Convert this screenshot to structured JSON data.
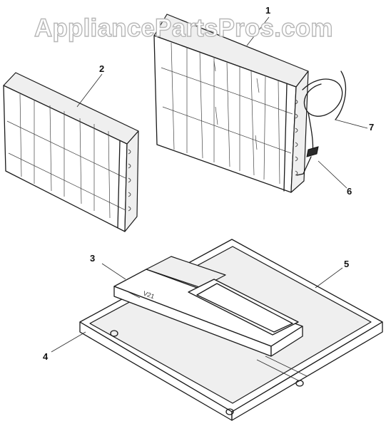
{
  "watermark": "AppliancePartsPros.com",
  "callouts": {
    "c1": "1",
    "c2": "2",
    "c3": "3",
    "c4": "4",
    "c5": "5",
    "c6": "6",
    "c7": "7"
  }
}
